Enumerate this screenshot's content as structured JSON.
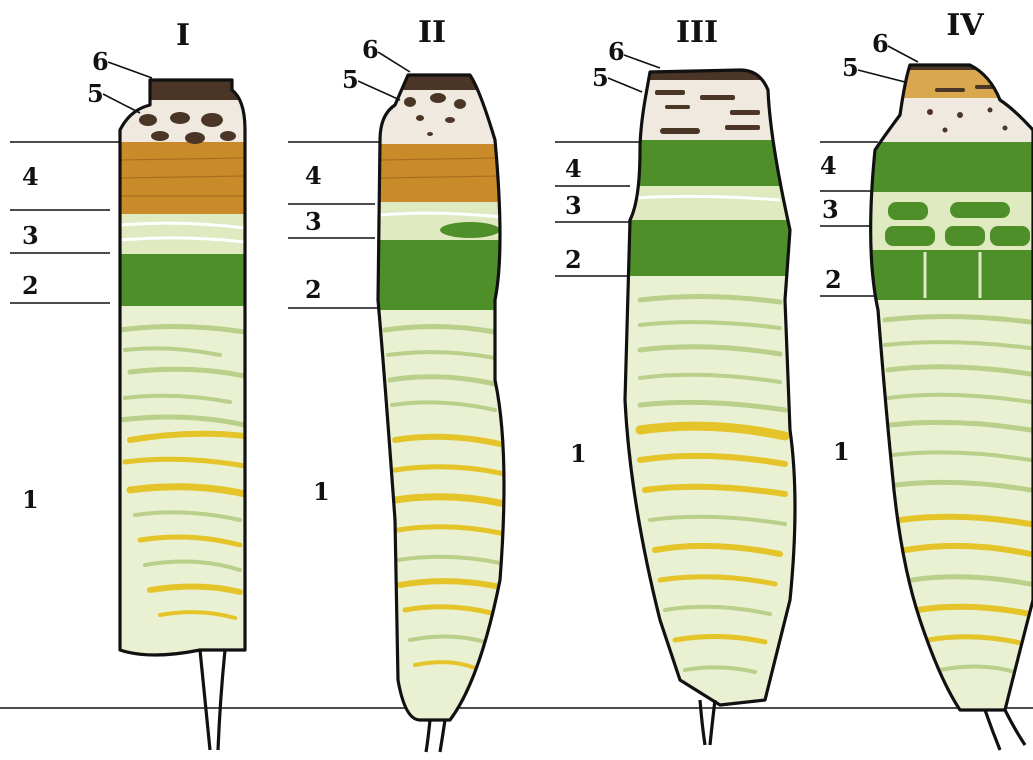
{
  "figure": {
    "column_titles": [
      "I",
      "II",
      "III",
      "IV"
    ],
    "zone_numbers": [
      "1",
      "2",
      "3",
      "4",
      "5",
      "6"
    ]
  },
  "colors": {
    "layer_6_crust": "#4a3526",
    "layer_5_speckled": "#efe9df",
    "layer_5_spots": "#4a3526",
    "layer_4_brown": "#c98b2a",
    "layer_3_pale": "#dfeac0",
    "layer_2_green": "#4f8f2a",
    "layer_1_base": "#e9f1d2",
    "streak_pale": "#b9cf8a",
    "streak_yellow": "#e4c429",
    "outline": "#111111"
  }
}
